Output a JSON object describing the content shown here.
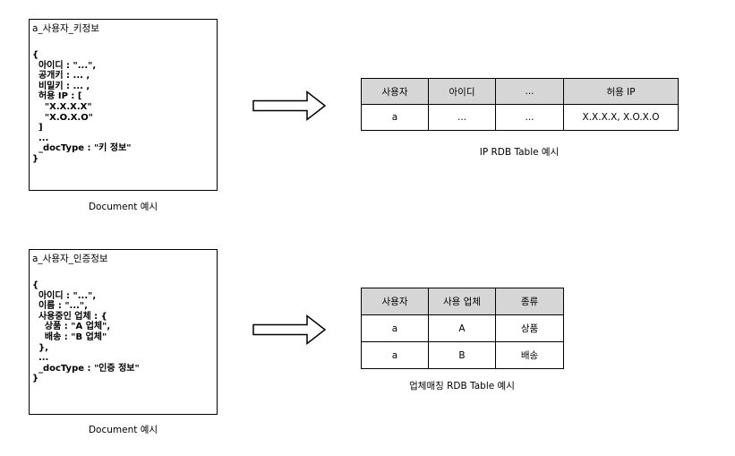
{
  "top": {
    "document": {
      "title": "a_사용자_키정보",
      "lines": [
        "{",
        "  아이디 : \"...\",",
        "  공개키 : ... ,",
        "  비밀키 : ... ,",
        "  허용 IP : [",
        "    \"X.X.X.X\"",
        "    \"X.O.X.O\"",
        "  ]",
        "  ...",
        "  _docType : \"키 정보\"",
        "}"
      ],
      "caption": "Document 예시"
    },
    "table": {
      "headers": [
        "사용자",
        "아이디",
        "...",
        "허용 IP"
      ],
      "rows": [
        [
          "a",
          "...",
          "...",
          "X.X.X.X, X.O.X.O"
        ]
      ],
      "caption": "IP RDB Table 예시"
    }
  },
  "bottom": {
    "document": {
      "title": "a_사용자_인증정보",
      "lines": [
        "{",
        "  아이디 : \"...\",",
        "  이름 : \"...\",",
        "  사용중인 업체 : {",
        "    상품 : \"A 업체\",",
        "    배송 : \"B 업체\"",
        "  },",
        "  ...",
        "  _docType : \"인증 정보\"",
        "}"
      ],
      "caption": "Document 예시"
    },
    "table": {
      "headers": [
        "사용자",
        "사용 업체",
        "종류"
      ],
      "rows": [
        [
          "a",
          "A",
          "상품"
        ],
        [
          "a",
          "B",
          "배송"
        ]
      ],
      "caption": "업체매칭 RDB Table 예시"
    }
  },
  "colors": {
    "header_fill": "#d6d6d6",
    "line": "#000000",
    "background": "#ffffff"
  }
}
